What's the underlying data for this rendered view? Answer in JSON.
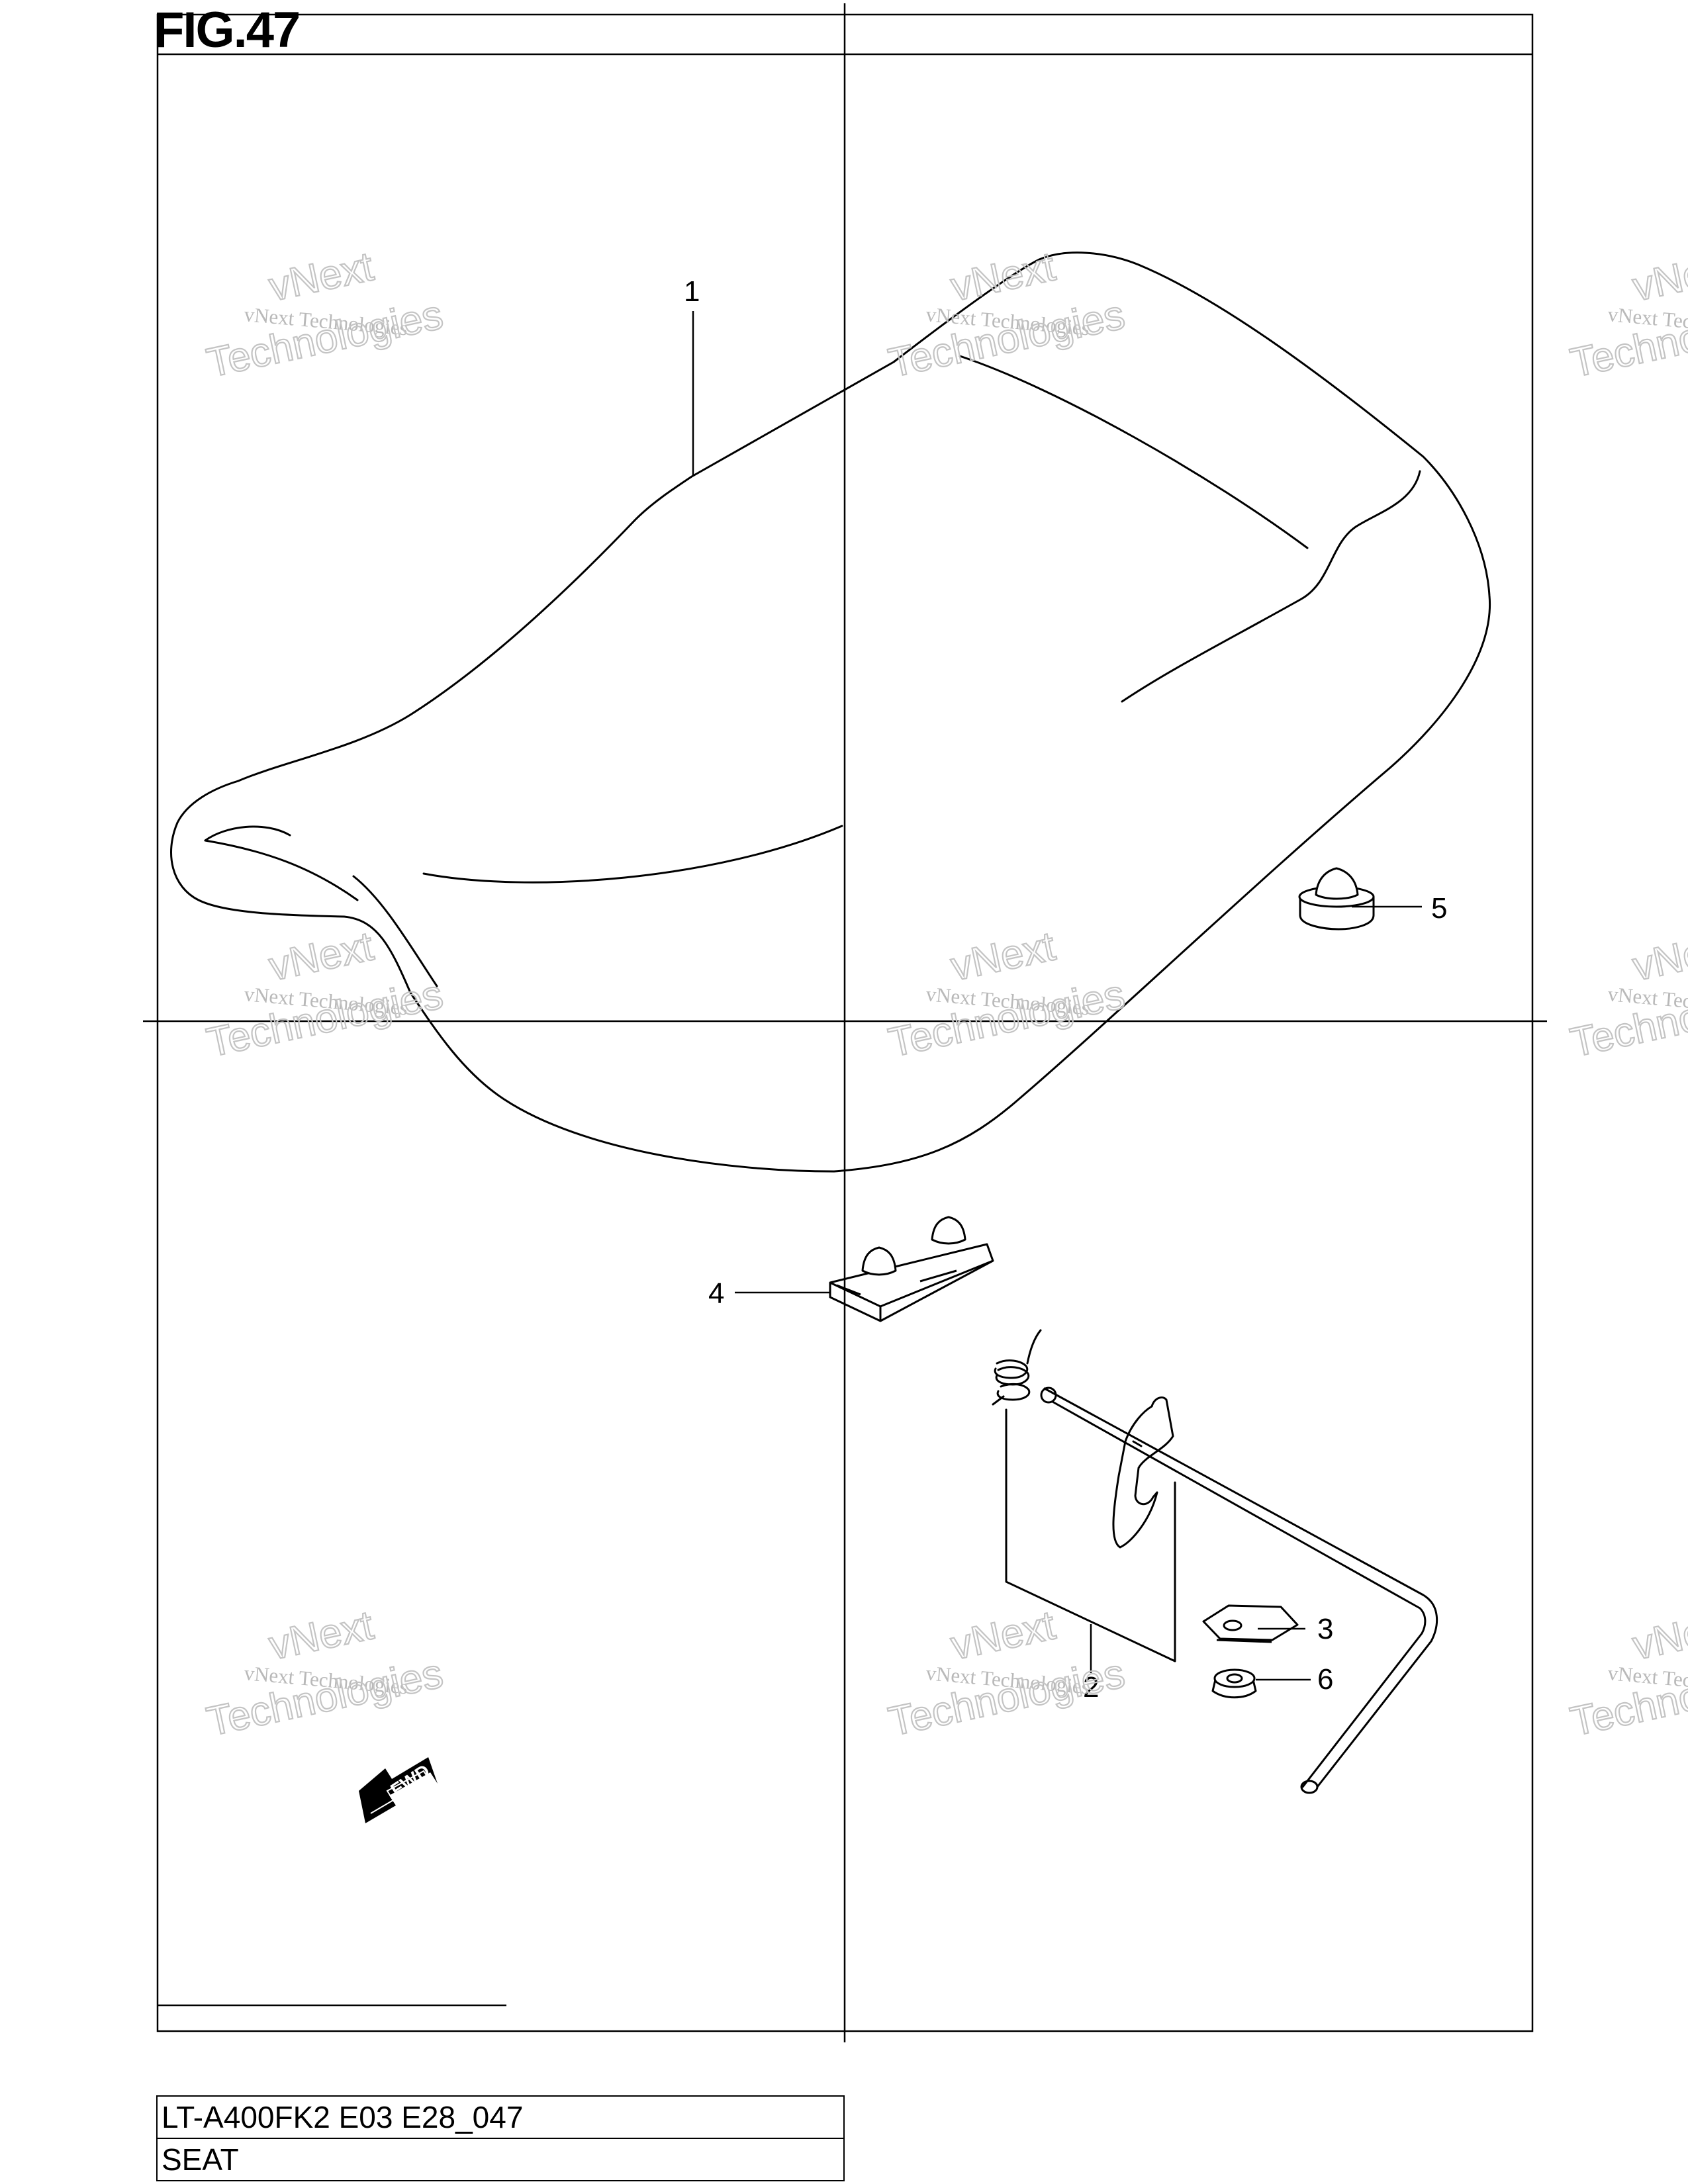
{
  "figure": {
    "title": "FIG.47"
  },
  "callouts": [
    {
      "id": "1",
      "label": "1"
    },
    {
      "id": "2",
      "label": "2"
    },
    {
      "id": "3",
      "label": "3"
    },
    {
      "id": "4",
      "label": "4"
    },
    {
      "id": "5",
      "label": "5"
    },
    {
      "id": "6",
      "label": "6"
    }
  ],
  "watermark": {
    "line1": "vNext Technologies",
    "line2": "vNext",
    "line3": "Technologies"
  },
  "direction_marker": {
    "label": "FWD",
    "icon": "fwd-arrow-icon"
  },
  "info_block": {
    "model_code": "LT-A400FK2 E03 E28_047",
    "section_name": "SEAT"
  },
  "colors": {
    "line": "#000000",
    "watermark": "#bcbcbc",
    "background": "#ffffff"
  }
}
